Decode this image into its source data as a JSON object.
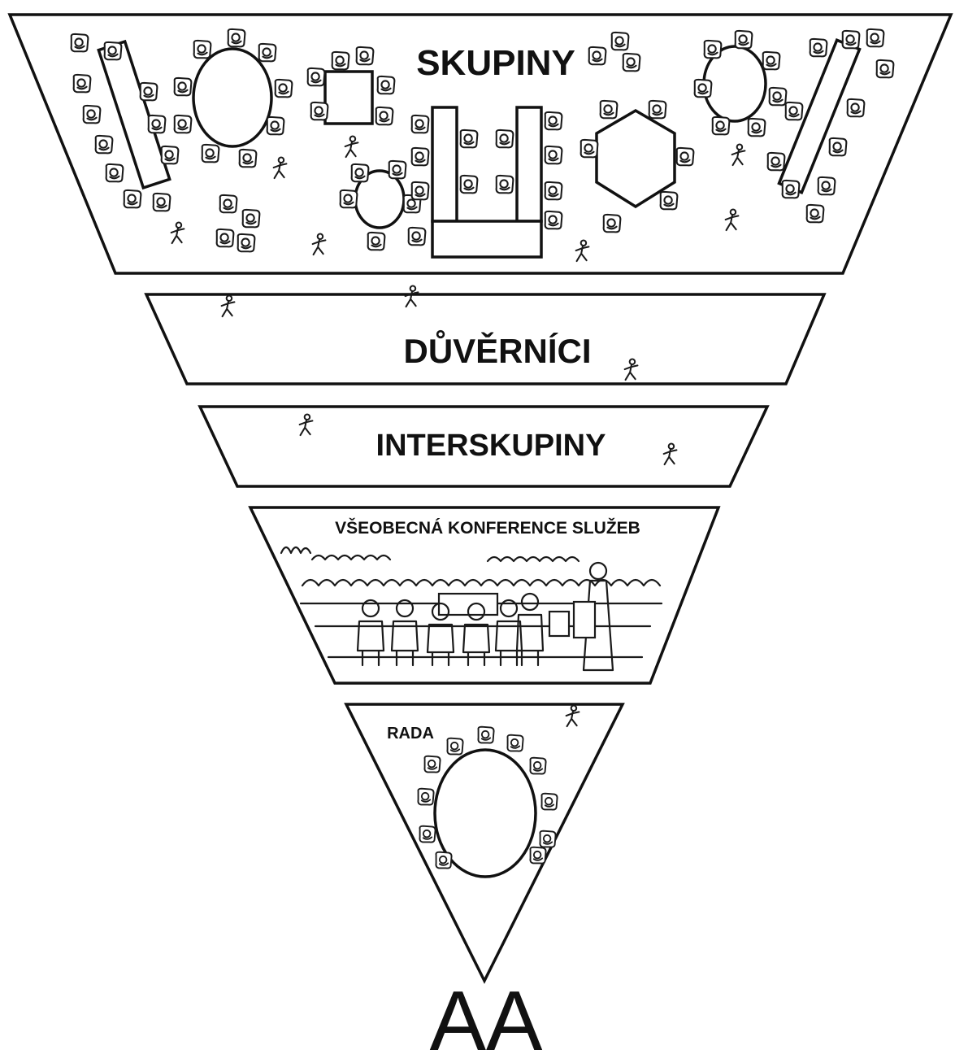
{
  "levels": [
    {
      "id": "skupiny",
      "label": "SKUPINY"
    },
    {
      "id": "duvernici",
      "label": "DŮVĚRNÍCI"
    },
    {
      "id": "interskupiny",
      "label": "INTERSKUPINY"
    },
    {
      "id": "konference",
      "label": "VŠEOBECNÁ KONFERENCE SLUŽEB"
    },
    {
      "id": "rada",
      "label": "RADA"
    }
  ],
  "footer_label": "AA",
  "colors": {
    "outline": "#111111",
    "background": "#ffffff"
  },
  "icons": [
    "seated-person-icon",
    "table-icon",
    "audience-sketch-icon",
    "speaker-podium-icon"
  ]
}
